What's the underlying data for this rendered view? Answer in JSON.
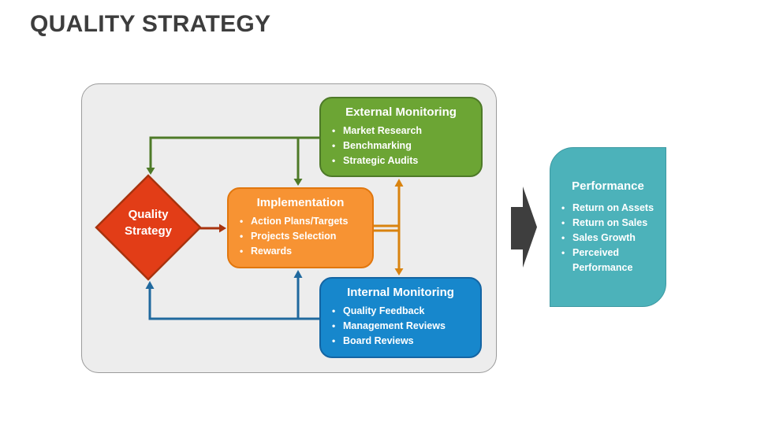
{
  "slide": {
    "title": "QUALITY STRATEGY"
  },
  "ui": {
    "bullet": "•"
  },
  "colors": {
    "canvas_bg": "#FFFFFF",
    "title_text": "#3D3D3D",
    "container_fill": "#EDEDED",
    "container_border": "#9B9B9B",
    "box_text": "#FFFFFF",
    "diamond_fill": "#E23D17",
    "diamond_border": "#A8330E",
    "implementation_fill": "#F79333",
    "implementation_border": "#E1770E",
    "external_fill": "#6CA534",
    "external_border": "#4E7A28",
    "internal_fill": "#1787CC",
    "internal_border": "#1465A3",
    "performance_fill": "#4CB2BA",
    "performance_border": "#3D99A2",
    "connector_green": "#4E7A28",
    "connector_orange": "#D9830F",
    "connector_blue": "#20699E",
    "connector_red": "#A8330E",
    "flow_arrow": "#3E3E3E"
  },
  "diagram": {
    "decision": {
      "label": "Quality Strategy"
    },
    "external_monitoring": {
      "title": "External Monitoring",
      "bullets": [
        "Market Research",
        "Benchmarking",
        "Strategic Audits"
      ]
    },
    "implementation": {
      "title": "Implementation",
      "bullets": [
        "Action Plans/Targets",
        "Projects Selection",
        "Rewards"
      ]
    },
    "internal_monitoring": {
      "title": "Internal Monitoring",
      "bullets": [
        "Quality Feedback",
        "Management Reviews",
        "Board Reviews"
      ]
    },
    "performance": {
      "title": "Performance",
      "bullets": [
        "Return on Assets",
        "Return on Sales",
        "Sales Growth",
        "Perceived Performance"
      ]
    }
  }
}
